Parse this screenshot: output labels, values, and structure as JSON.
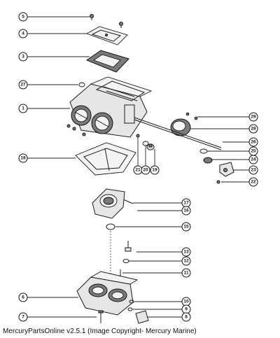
{
  "caption": "MercuryPartsOnline v2.5.1 (Image Copyright- Mercury Marine)",
  "callouts": [
    {
      "id": "c5",
      "label": "5"
    },
    {
      "id": "c4",
      "label": "4"
    },
    {
      "id": "c3",
      "label": "3"
    },
    {
      "id": "c27",
      "label": "27"
    },
    {
      "id": "c1",
      "label": "1"
    },
    {
      "id": "c18",
      "label": "18"
    },
    {
      "id": "c21",
      "label": "21"
    },
    {
      "id": "c20",
      "label": "20"
    },
    {
      "id": "c19",
      "label": "19"
    },
    {
      "id": "c29",
      "label": "29"
    },
    {
      "id": "c28",
      "label": "28"
    },
    {
      "id": "c26",
      "label": "26"
    },
    {
      "id": "c25",
      "label": "25"
    },
    {
      "id": "c24",
      "label": "24"
    },
    {
      "id": "c23",
      "label": "23"
    },
    {
      "id": "c22",
      "label": "22"
    },
    {
      "id": "c17",
      "label": "17"
    },
    {
      "id": "c16",
      "label": "16"
    },
    {
      "id": "c15",
      "label": "15"
    },
    {
      "id": "c13",
      "label": "13"
    },
    {
      "id": "c12",
      "label": "12"
    },
    {
      "id": "c11",
      "label": "11"
    },
    {
      "id": "c6",
      "label": "6"
    },
    {
      "id": "c10",
      "label": "10"
    },
    {
      "id": "c9",
      "label": "9"
    },
    {
      "id": "c8",
      "label": "8"
    },
    {
      "id": "c7",
      "label": "7"
    }
  ]
}
